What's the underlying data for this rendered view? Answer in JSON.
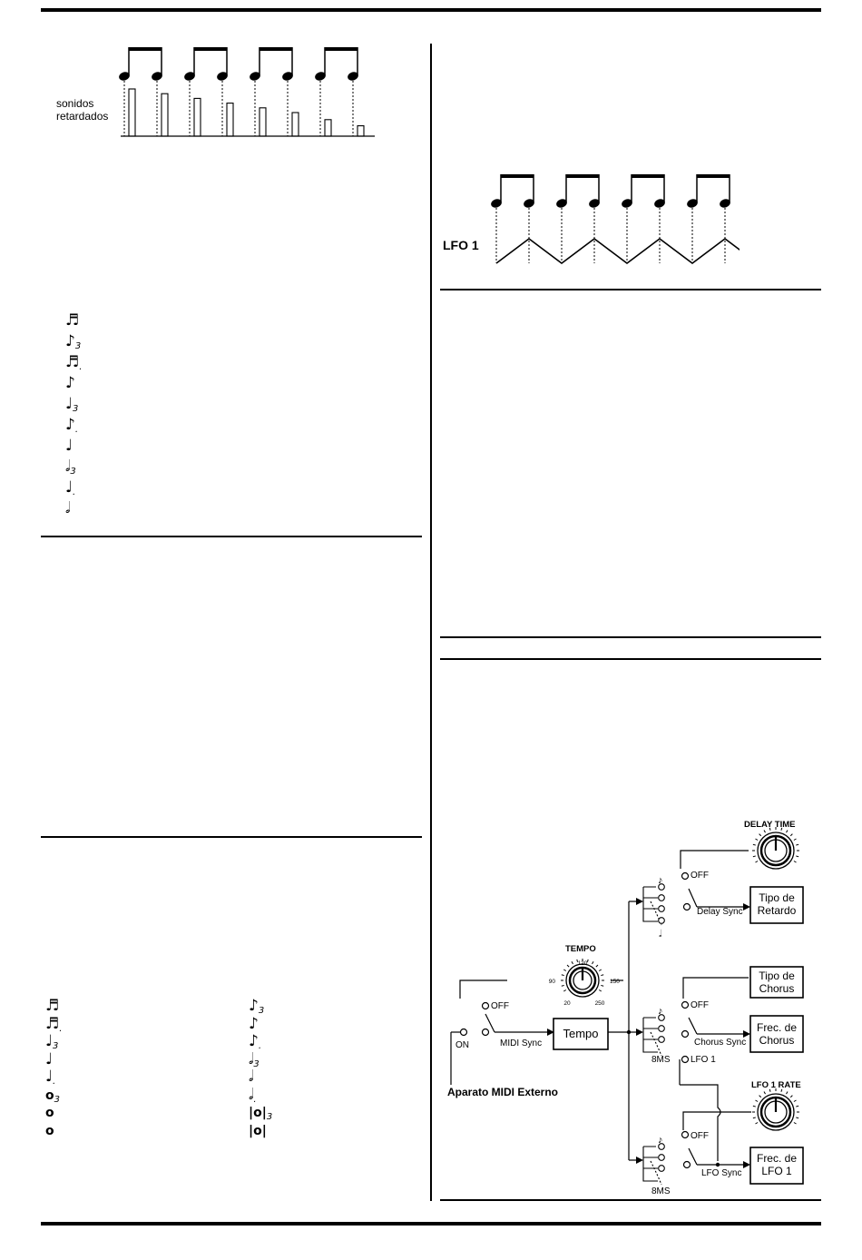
{
  "delay_figure": {
    "label_line1": "sonidos",
    "label_line2": "retardados",
    "bar_levels": [
      1.0,
      0.9,
      0.8,
      0.7,
      0.6,
      0.5,
      0.35,
      0.22
    ]
  },
  "lfo_figure": {
    "label": "LFO 1"
  },
  "note_list_a": [
    {
      "glyph": "♬",
      "sup": ""
    },
    {
      "glyph": "♪",
      "sup": "3"
    },
    {
      "glyph": "♬",
      "sup": "."
    },
    {
      "glyph": "♪",
      "sup": ""
    },
    {
      "glyph": "♩",
      "sup": "3"
    },
    {
      "glyph": "♪",
      "sup": "."
    },
    {
      "glyph": "♩",
      "sup": ""
    },
    {
      "glyph": "𝅗𝅥",
      "sup": "3"
    },
    {
      "glyph": "♩",
      "sup": "."
    },
    {
      "glyph": "𝅗𝅥",
      "sup": ""
    }
  ],
  "note_list_b_left": [
    {
      "glyph": "♬",
      "sup": ""
    },
    {
      "glyph": "♬",
      "sup": "."
    },
    {
      "glyph": "♩",
      "sup": "3"
    },
    {
      "glyph": "♩",
      "sup": ""
    },
    {
      "glyph": "♩",
      "sup": "."
    },
    {
      "glyph": "o",
      "sup": "3"
    },
    {
      "glyph": "o",
      "sup": ""
    },
    {
      "glyph": "o",
      "sup": ""
    }
  ],
  "note_list_b_right": [
    {
      "glyph": "♪",
      "sup": "3"
    },
    {
      "glyph": "♪",
      "sup": ""
    },
    {
      "glyph": "♪",
      "sup": "."
    },
    {
      "glyph": "𝅗𝅥",
      "sup": "3"
    },
    {
      "glyph": "𝅗𝅥",
      "sup": ""
    },
    {
      "glyph": "𝅗𝅥",
      "sup": "."
    },
    {
      "glyph": "|o|",
      "sup": "3"
    },
    {
      "glyph": "|o|",
      "sup": ""
    }
  ],
  "diagram": {
    "delay_time": "DELAY TIME",
    "tempo": "TEMPO",
    "tempo_ticks": [
      "120",
      "90",
      "150",
      "20",
      "250"
    ],
    "off": "OFF",
    "on": "ON",
    "midi_sync": "MIDI Sync",
    "tempo_box": "Tempo",
    "delay_sync": "Delay Sync",
    "chorus_sync": "Chorus Sync",
    "lfo_sync": "LFO Sync",
    "lfo1": "LFO 1",
    "ms8": "8MS",
    "lfo1_rate": "LFO 1 RATE",
    "external": "Aparato MIDI Externo",
    "box_delay_type_1": "Tipo de",
    "box_delay_type_2": "Retardo",
    "box_chorus_type_1": "Tipo de",
    "box_chorus_type_2": "Chorus",
    "box_chorus_rate_1": "Frec. de",
    "box_chorus_rate_2": "Chorus",
    "box_lfo_rate_1": "Frec. de",
    "box_lfo_rate_2": "LFO 1"
  }
}
